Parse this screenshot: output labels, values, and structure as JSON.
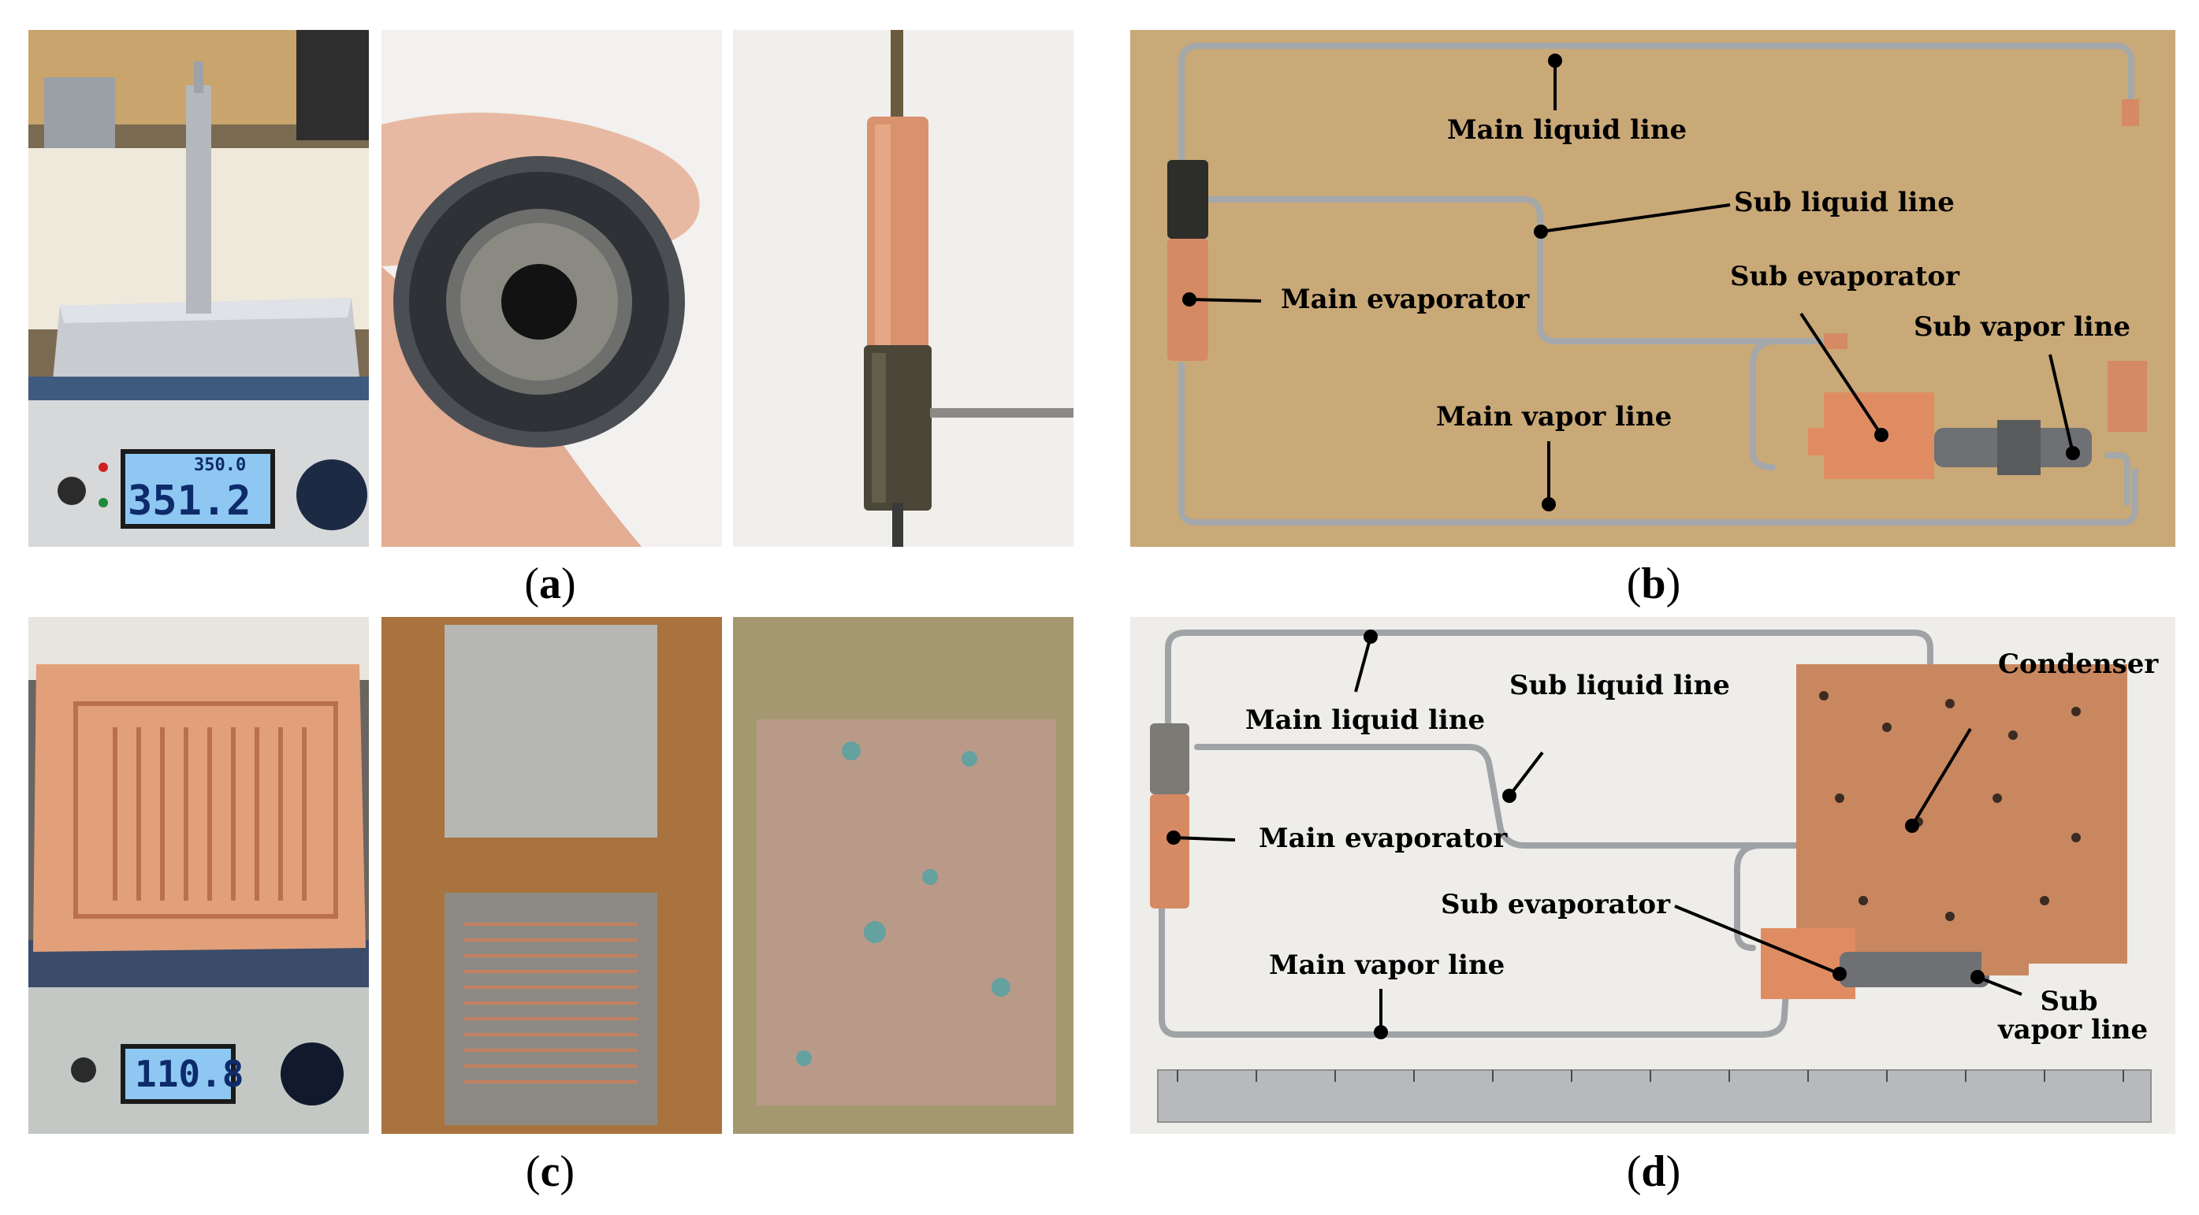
{
  "figure": {
    "panel_labels": {
      "a": "a",
      "b": "b",
      "c": "c",
      "d": "d"
    },
    "panel_a": {
      "hotplate_display_reading": "351.2",
      "hotplate_display_setpoint": "350.0"
    },
    "panel_b": {
      "labels": {
        "main_liquid_line": "Main liquid line",
        "sub_liquid_line": "Sub liquid line",
        "main_evaporator": "Main evaporator",
        "sub_evaporator": "Sub evaporator",
        "sub_vapor_line": "Sub vapor line",
        "main_vapor_line": "Main vapor line"
      }
    },
    "panel_c": {
      "hotplate_display_reading": "110.8"
    },
    "panel_d": {
      "labels": {
        "main_liquid_line": "Main liquid line",
        "sub_liquid_line": "Sub liquid line",
        "condenser": "Condenser",
        "main_evaporator": "Main evaporator",
        "sub_evaporator": "Sub evaporator",
        "main_vapor_line": "Main vapor line",
        "sub_vapor_line_1": "Sub",
        "sub_vapor_line_2": "vapor line"
      }
    },
    "colors": {
      "copper": "#d9926e",
      "board_tan": "#c9a978",
      "background_white": "#ffffff"
    }
  }
}
